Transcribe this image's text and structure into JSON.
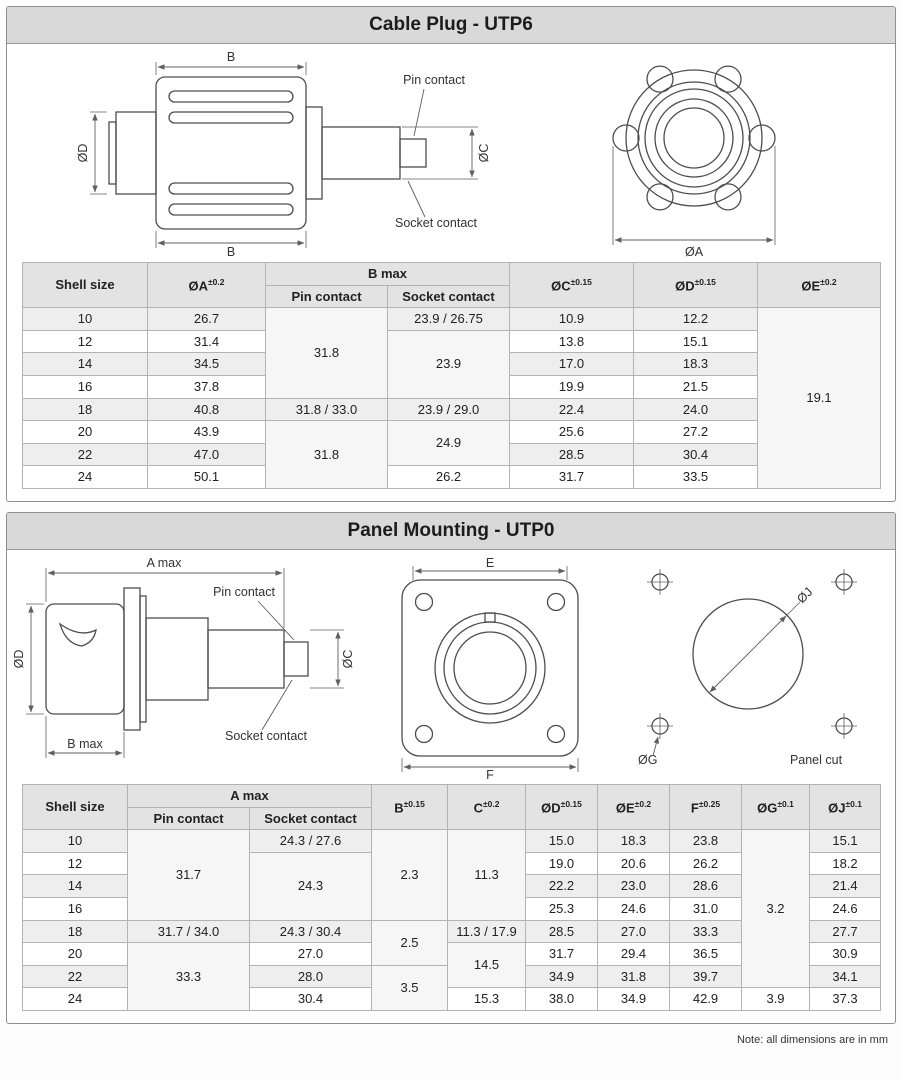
{
  "page": {
    "note": "Note: all dimensions are in mm"
  },
  "colors": {
    "header_bar": "#d9d9d9",
    "table_header_bg": "#e3e3e3",
    "row_stripe": "#eeeeee",
    "drawing_line": "#4d4d4d"
  },
  "cable_plug": {
    "title": "Cable Plug - UTP6",
    "drawing": {
      "b_top": "B",
      "b_bottom": "B",
      "pin_contact": "Pin contact",
      "socket_contact": "Socket contact",
      "dia_d": "ØD",
      "dia_c": "ØC",
      "dia_a": "ØA"
    },
    "table": {
      "headers": {
        "shell": "Shell size",
        "a": "ØA",
        "a_tol": "±0.2",
        "b_max": "B max",
        "pin": "Pin contact",
        "socket": "Socket contact",
        "c": "ØC",
        "c_tol": "±0.15",
        "d": "ØD",
        "d_tol": "±0.15",
        "e": "ØE",
        "e_tol": "±0.2"
      },
      "merged": {
        "pin_10_16": "31.8",
        "pin_20_24": "31.8",
        "socket_12_16": "23.9",
        "socket_20_22": "24.9",
        "e_all": "19.1"
      },
      "rows": {
        "r10": {
          "shell": "10",
          "a": "26.7",
          "socket": "23.9 / 26.75",
          "c": "10.9",
          "d": "12.2"
        },
        "r12": {
          "shell": "12",
          "a": "31.4",
          "c": "13.8",
          "d": "15.1"
        },
        "r14": {
          "shell": "14",
          "a": "34.5",
          "c": "17.0",
          "d": "18.3"
        },
        "r16": {
          "shell": "16",
          "a": "37.8",
          "c": "19.9",
          "d": "21.5"
        },
        "r18": {
          "shell": "18",
          "a": "40.8",
          "pin": "31.8 / 33.0",
          "socket": "23.9 / 29.0",
          "c": "22.4",
          "d": "24.0"
        },
        "r20": {
          "shell": "20",
          "a": "43.9",
          "c": "25.6",
          "d": "27.2"
        },
        "r22": {
          "shell": "22",
          "a": "47.0",
          "c": "28.5",
          "d": "30.4"
        },
        "r24": {
          "shell": "24",
          "a": "50.1",
          "socket": "26.2",
          "c": "31.7",
          "d": "33.5"
        }
      }
    }
  },
  "panel_mounting": {
    "title": "Panel Mounting - UTP0",
    "drawing": {
      "a_max": "A max",
      "b_max": "B max",
      "pin_contact": "Pin contact",
      "socket_contact": "Socket contact",
      "dia_d": "ØD",
      "dia_c": "ØC",
      "e": "E",
      "f": "F",
      "dia_j": "ØJ",
      "dia_g": "ØG",
      "panel_cut": "Panel cut"
    },
    "table": {
      "headers": {
        "shell": "Shell size",
        "a_max": "A max",
        "pin": "Pin contact",
        "socket": "Socket contact",
        "b": "B",
        "b_tol": "±0.15",
        "c": "C",
        "c_tol": "±0.2",
        "d": "ØD",
        "d_tol": "±0.15",
        "e": "ØE",
        "e_tol": "±0.2",
        "f": "F",
        "f_tol": "±0.25",
        "g": "ØG",
        "g_tol": "±0.1",
        "j": "ØJ",
        "j_tol": "±0.1"
      },
      "merged": {
        "pin_10_16": "31.7",
        "pin_20_24": "33.3",
        "socket_12_16": "24.3",
        "b_10_16": "2.3",
        "b_18_20": "2.5",
        "b_22_24": "3.5",
        "c_10_16": "11.3",
        "c_20_22": "14.5",
        "g_10_22": "3.2"
      },
      "rows": {
        "r10": {
          "shell": "10",
          "socket": "24.3 / 27.6",
          "d": "15.0",
          "e": "18.3",
          "f": "23.8",
          "j": "15.1"
        },
        "r12": {
          "shell": "12",
          "d": "19.0",
          "e": "20.6",
          "f": "26.2",
          "j": "18.2"
        },
        "r14": {
          "shell": "14",
          "d": "22.2",
          "e": "23.0",
          "f": "28.6",
          "j": "21.4"
        },
        "r16": {
          "shell": "16",
          "d": "25.3",
          "e": "24.6",
          "f": "31.0",
          "j": "24.6"
        },
        "r18": {
          "shell": "18",
          "pin": "31.7 / 34.0",
          "socket": "24.3 / 30.4",
          "c": "11.3 / 17.9",
          "d": "28.5",
          "e": "27.0",
          "f": "33.3",
          "j": "27.7"
        },
        "r20": {
          "shell": "20",
          "socket": "27.0",
          "d": "31.7",
          "e": "29.4",
          "f": "36.5",
          "j": "30.9"
        },
        "r22": {
          "shell": "22",
          "socket": "28.0",
          "d": "34.9",
          "e": "31.8",
          "f": "39.7",
          "j": "34.1"
        },
        "r24": {
          "shell": "24",
          "socket": "30.4",
          "c": "15.3",
          "d": "38.0",
          "e": "34.9",
          "f": "42.9",
          "g": "3.9",
          "j": "37.3"
        }
      }
    }
  }
}
